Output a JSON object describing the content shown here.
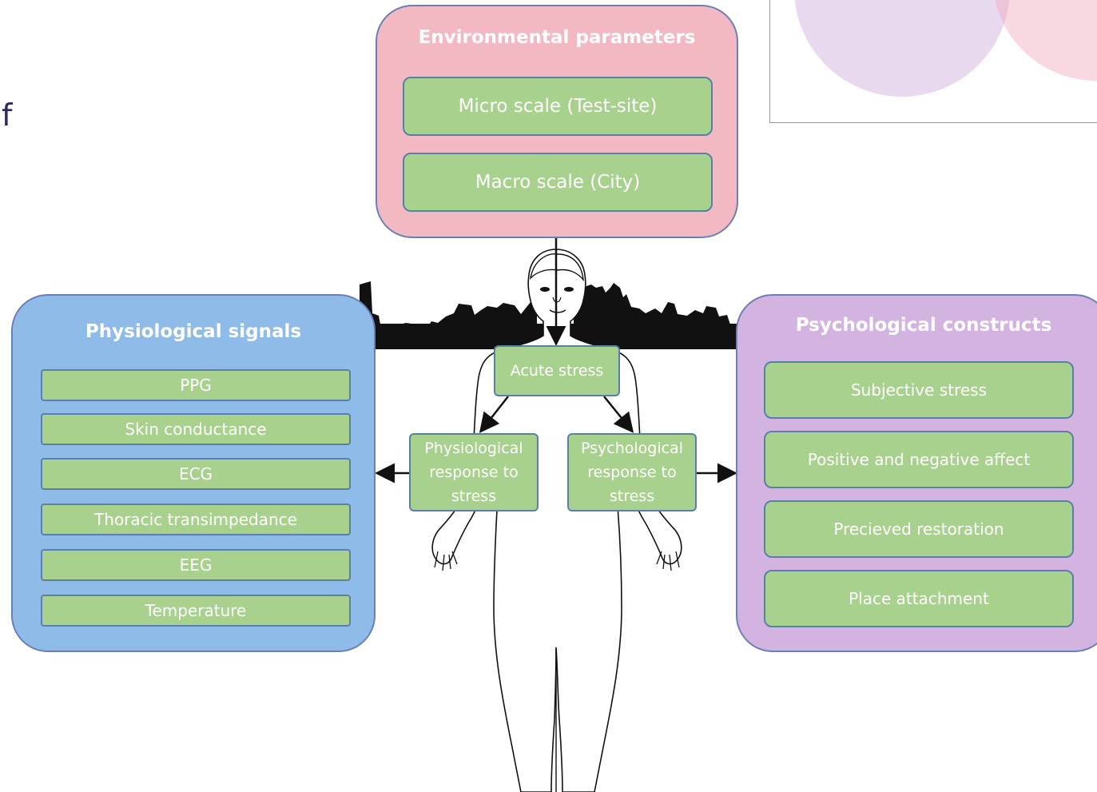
{
  "stray_text": "f",
  "environmental": {
    "title": "Environmental parameters",
    "items": [
      "Micro scale (Test-site)",
      "Macro scale (City)"
    ]
  },
  "physiological": {
    "title": "Physiological signals",
    "items": [
      "PPG",
      "Skin conductance",
      "ECG",
      "Thoracic transimpedance",
      "EEG",
      "Temperature"
    ]
  },
  "psychological": {
    "title": "Psychological constructs",
    "items": [
      "Subjective stress",
      "Positive and negative affect",
      "Precieved restoration",
      "Place attachment"
    ]
  },
  "body": {
    "acute": "Acute stress",
    "physio_response": [
      "Physiological",
      "response to",
      "stress"
    ],
    "psycho_response": [
      "Psychological",
      "response to",
      "stress"
    ]
  },
  "colors": {
    "environment_panel": "#f2b9c3",
    "physiological_panel": "#8fbbe9",
    "psychological_panel": "#d3b3e0",
    "green_box": "#a9d18e",
    "panel_border": "#6a7fb8"
  }
}
